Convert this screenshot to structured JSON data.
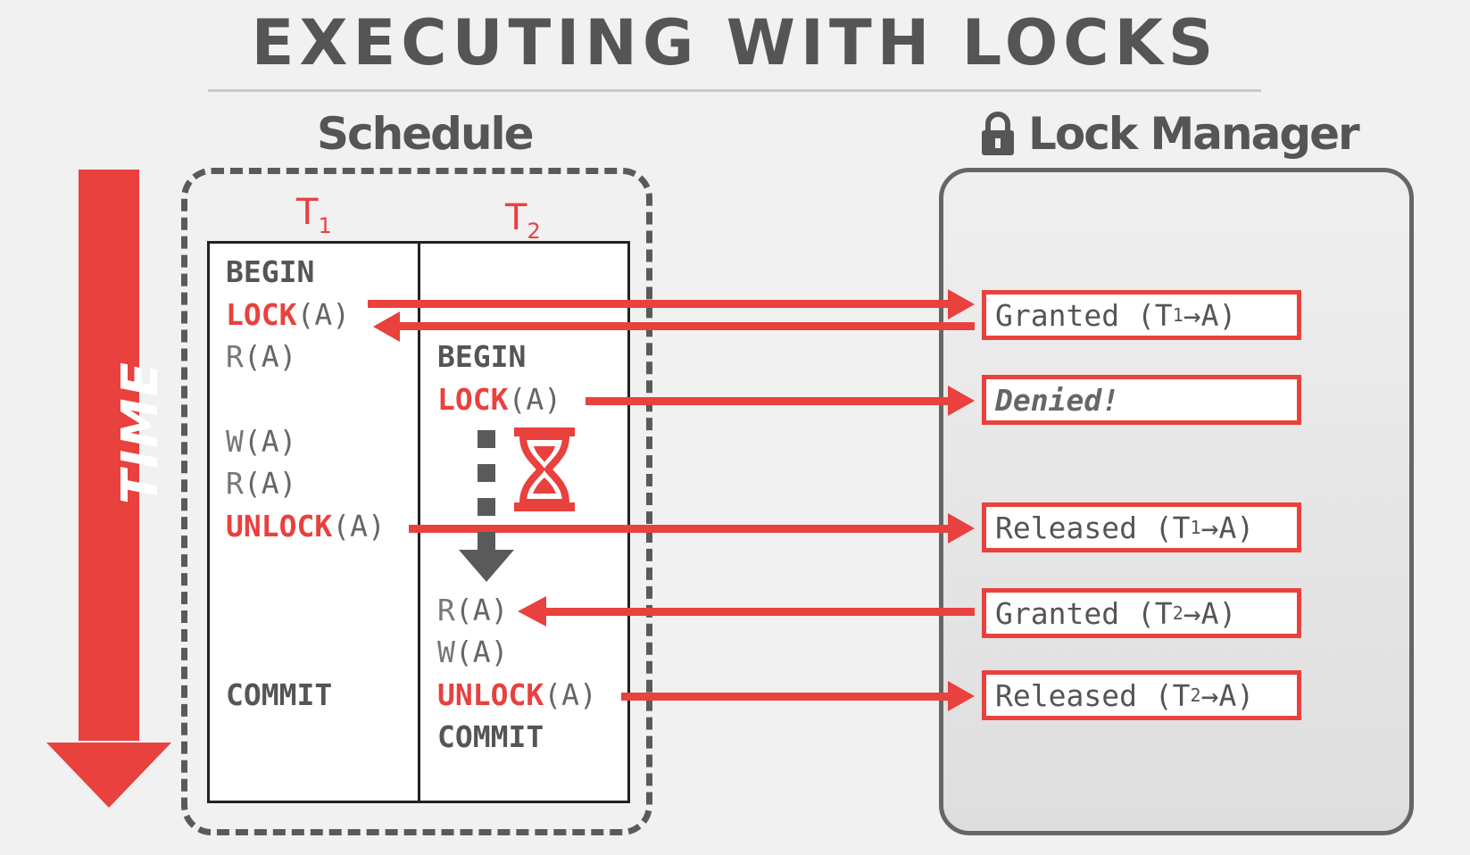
{
  "title": "EXECUTING WITH LOCKS",
  "schedule_heading": "Schedule",
  "lock_manager_heading": "Lock Manager",
  "time_label": "TIME",
  "transactions": [
    {
      "label": "T",
      "sub": "1"
    },
    {
      "label": "T",
      "sub": "2"
    }
  ],
  "t1_ops": [
    {
      "kw": "BEGIN",
      "arg": ""
    },
    {
      "kw": "LOCK",
      "arg": "(A)"
    },
    {
      "kw": "R",
      "arg": "(A)"
    },
    {
      "kw": "W",
      "arg": "(A)"
    },
    {
      "kw": "R",
      "arg": "(A)"
    },
    {
      "kw": "UNLOCK",
      "arg": "(A)"
    },
    {
      "kw": "COMMIT",
      "arg": ""
    }
  ],
  "t2_ops": [
    {
      "kw": "BEGIN",
      "arg": ""
    },
    {
      "kw": "LOCK",
      "arg": "(A)"
    },
    {
      "kw": "R",
      "arg": "(A)"
    },
    {
      "kw": "W",
      "arg": "(A)"
    },
    {
      "kw": "UNLOCK",
      "arg": "(A)"
    },
    {
      "kw": "COMMIT",
      "arg": ""
    }
  ],
  "messages": [
    {
      "pre": "Granted (T",
      "sub": "1",
      "post": "→A)"
    },
    {
      "text": "Denied!"
    },
    {
      "pre": "Released (T",
      "sub": "1",
      "post": "→A)"
    },
    {
      "pre": "Granted (T",
      "sub": "2",
      "post": "→A)"
    },
    {
      "pre": "Released (T",
      "sub": "2",
      "post": "→A)"
    }
  ],
  "colors": {
    "accent": "#e8413e",
    "text": "#555555",
    "gray_arrow": "#5a5a5a"
  },
  "icons": [
    "lock-icon",
    "hourglass-icon"
  ]
}
